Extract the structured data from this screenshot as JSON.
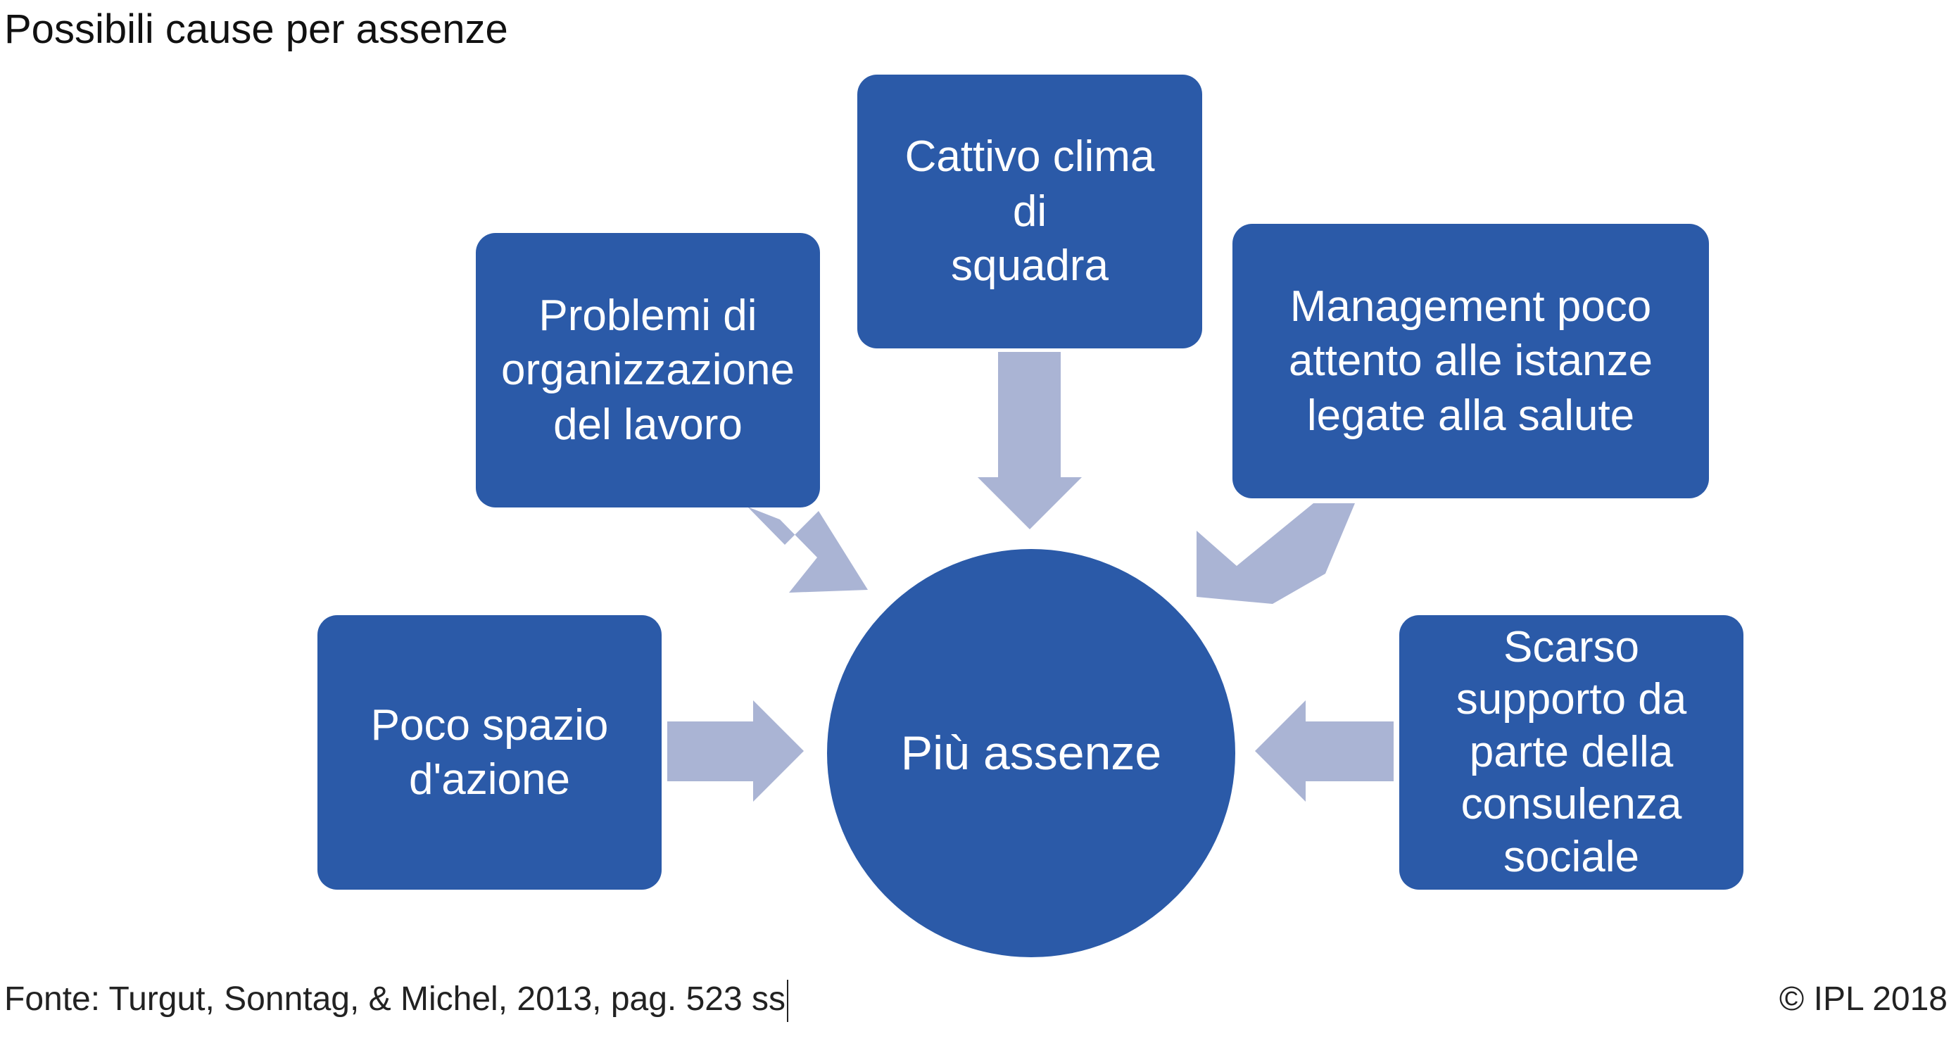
{
  "title": "Possibili cause per assenze",
  "center": "Più assenze",
  "causes": {
    "organizzazione": "Problemi di\norganizzazione\ndel lavoro",
    "clima": "Cattivo clima\ndi\nsquadra",
    "management": "Management poco\nattento alle istanze\nlegate alla salute",
    "spazio": "Poco spazio\nd'azione",
    "supporto": "Scarso\nsupporto da\nparte della\nconsulenza\nsociale"
  },
  "footer": {
    "source": "Fonte: Turgut, Sonntag, & Michel, 2013, pag. 523 ss",
    "copyright": "© IPL 2018"
  },
  "colors": {
    "box": "#2b5aa8",
    "arrow": "#aab4d4",
    "text": "#ffffff"
  }
}
